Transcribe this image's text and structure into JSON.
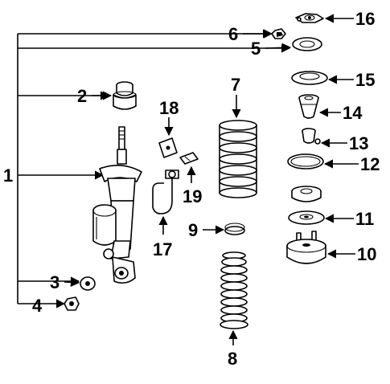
{
  "callouts": {
    "c1": "1",
    "c2": "2",
    "c3": "3",
    "c4": "4",
    "c5": "5",
    "c6": "6",
    "c7": "7",
    "c8": "8",
    "c9": "9",
    "c10": "10",
    "c11": "11",
    "c12": "12",
    "c13": "13",
    "c14": "14",
    "c15": "15",
    "c16": "16",
    "c17": "17",
    "c18": "18",
    "c19": "19"
  },
  "colors": {
    "ink": "#000000",
    "paper": "#ffffff"
  }
}
